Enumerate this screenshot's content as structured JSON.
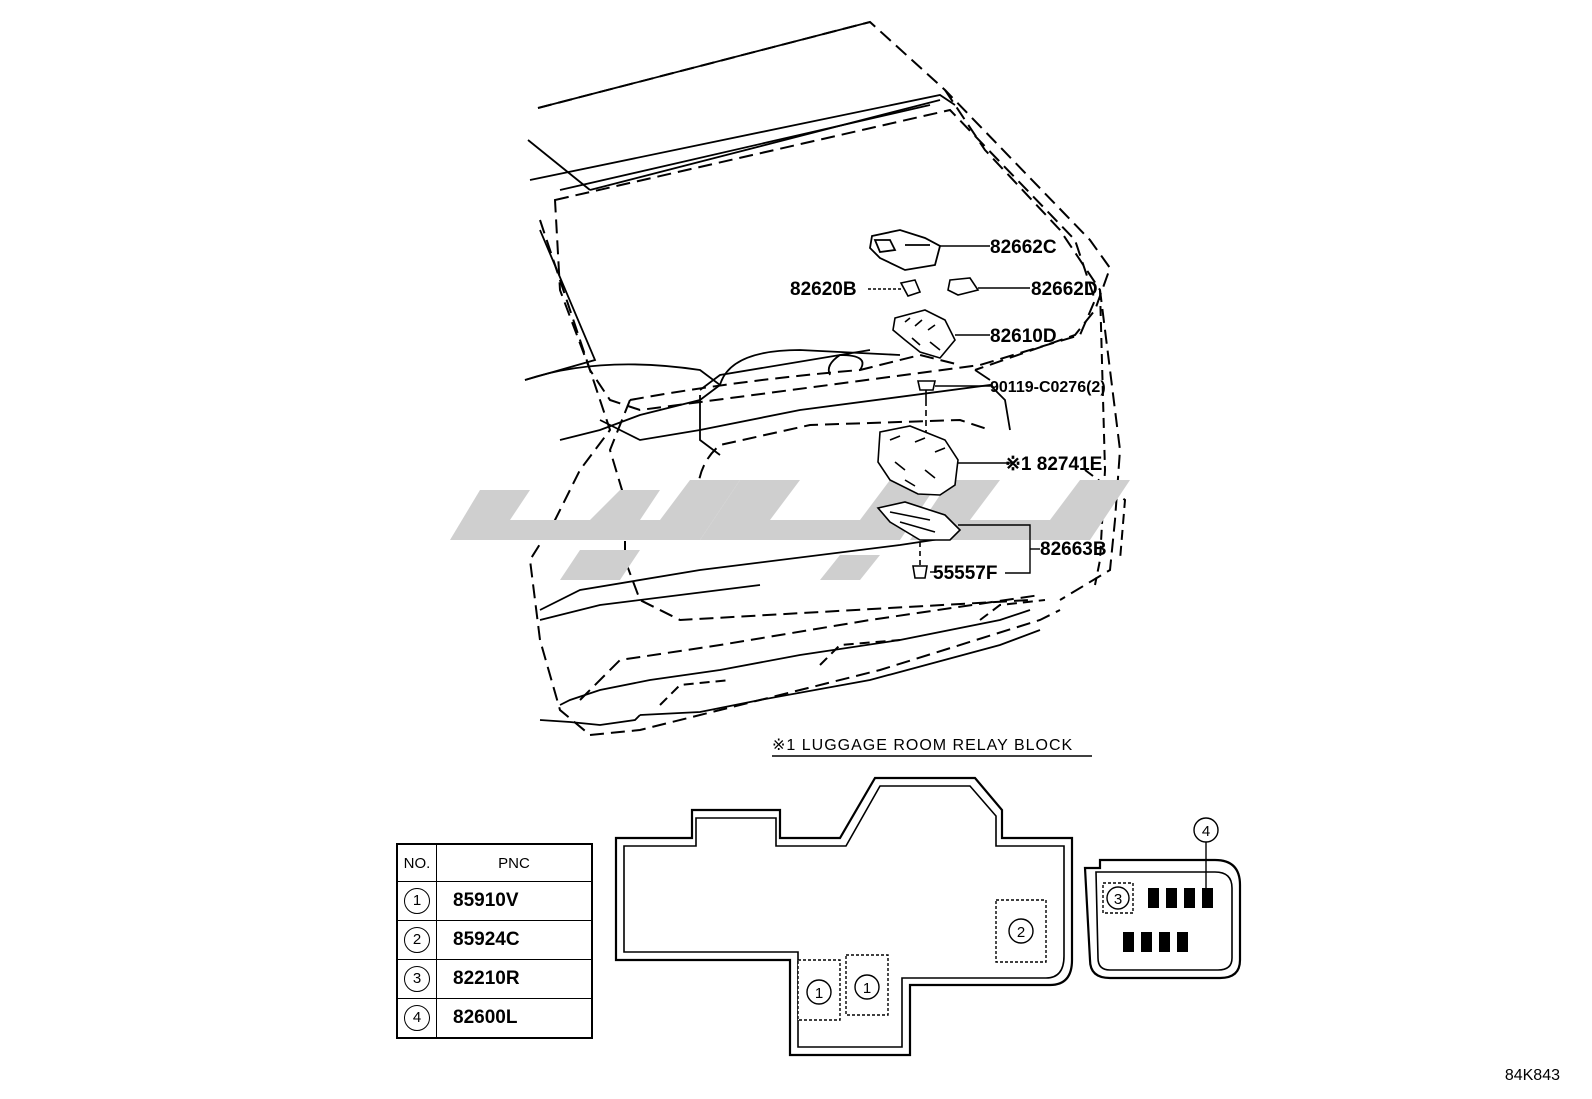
{
  "callouts": [
    {
      "id": "c1",
      "text": "82662C"
    },
    {
      "id": "c2",
      "text": "82620B"
    },
    {
      "id": "c3",
      "text": "82662D"
    },
    {
      "id": "c4",
      "text": "82610D"
    },
    {
      "id": "c5",
      "text": "90119-C0276(2)"
    },
    {
      "id": "c6",
      "text": "※1 82741E"
    },
    {
      "id": "c7",
      "text": "82663B"
    },
    {
      "id": "c8",
      "text": "55557F"
    }
  ],
  "relay_block": {
    "title": "※1 LUGGAGE ROOM RELAY BLOCK",
    "markers": [
      "1",
      "1",
      "2",
      "3",
      "4"
    ]
  },
  "pnc_table": {
    "headers": [
      "NO.",
      "PNC"
    ],
    "rows": [
      {
        "no": "1",
        "pnc": "85910V"
      },
      {
        "no": "2",
        "pnc": "85924C"
      },
      {
        "no": "3",
        "pnc": "82210R"
      },
      {
        "no": "4",
        "pnc": "82600L"
      }
    ]
  },
  "diagram_code": "84K843"
}
